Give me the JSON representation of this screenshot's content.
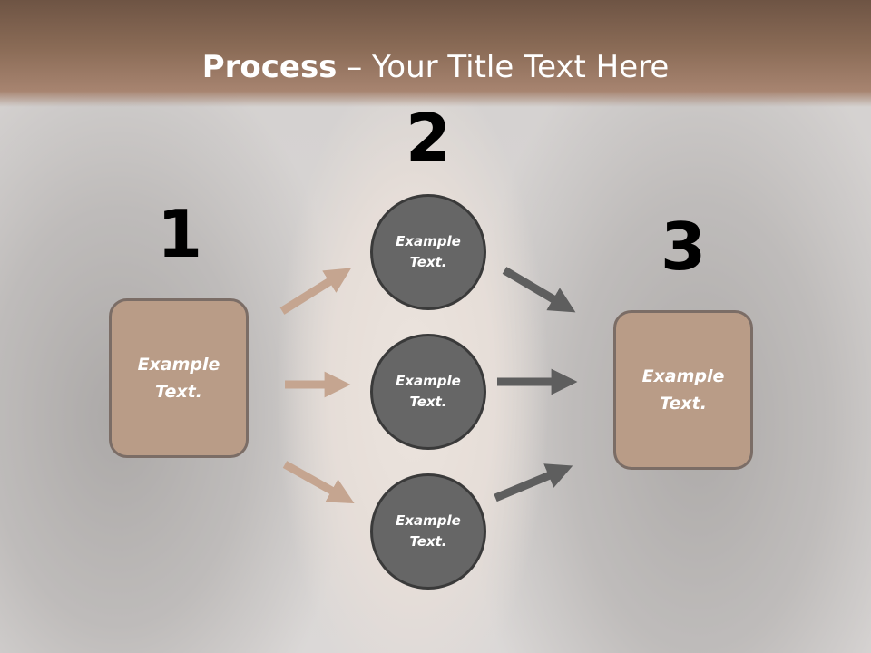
{
  "title": {
    "bold": "Process",
    "rest": " – Your Title Text Here"
  },
  "steps": [
    {
      "number": "1",
      "label": "Example Text."
    },
    {
      "number": "2",
      "labels": [
        "Example Text.",
        "Example Text.",
        "Example Text."
      ]
    },
    {
      "number": "3",
      "label": "Example Text."
    }
  ],
  "colors": {
    "box_fill": "#b99c87",
    "circle_fill": "#666666",
    "arrow_light": "#c5a590",
    "arrow_dark": "#5e5e5e",
    "header": "#8a6b56"
  }
}
